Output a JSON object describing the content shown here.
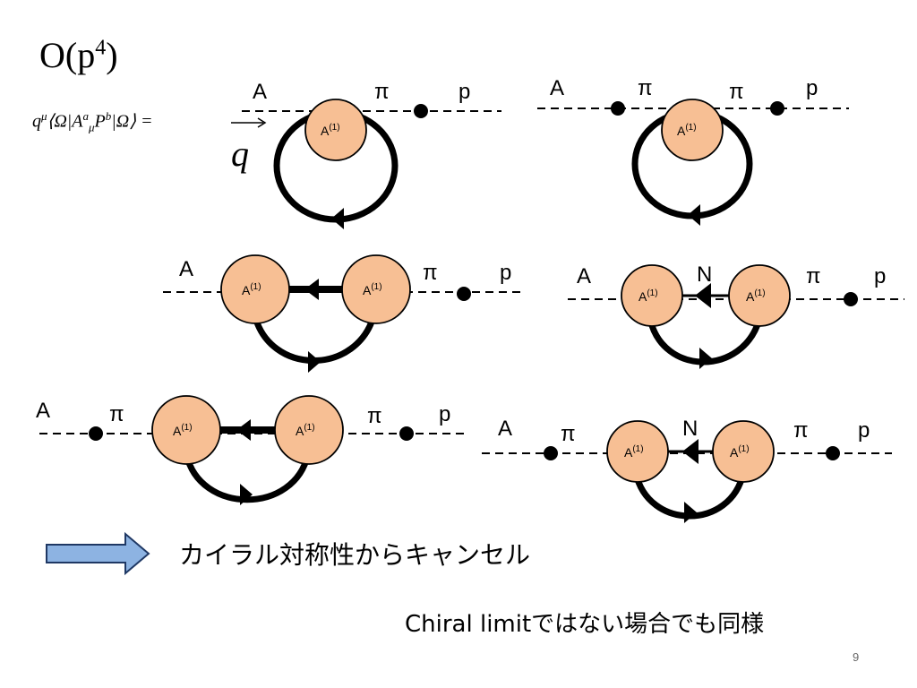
{
  "title": {
    "base": "O(p",
    "power": "4",
    "close": ")"
  },
  "equation": {
    "text": "q^μ⟨Ω|A^a_μ P^b|Ω⟩ =",
    "momentum_label": "q"
  },
  "blob_label": {
    "main": "A",
    "sup": "(1)"
  },
  "labels": {
    "axial": "A",
    "pion": "π",
    "pseudo": "p",
    "nucleon": "N"
  },
  "notes": {
    "cancel": "カイラル対称性からキャンセル",
    "non_chiral": "Chiral limitではない場合でも同様"
  },
  "page_number": "9",
  "colors": {
    "blob_fill": "#f7bf94",
    "arrow_fill": "#8db3e2",
    "arrow_stroke": "#1f3864",
    "line": "#000000"
  }
}
